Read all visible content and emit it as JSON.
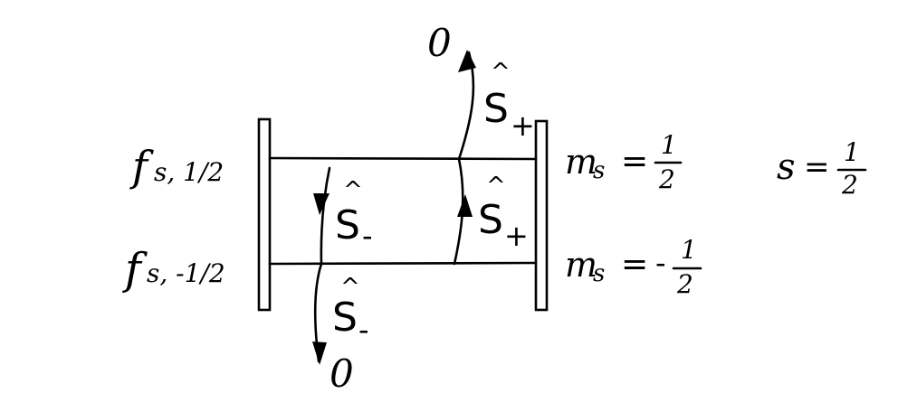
{
  "diagram": {
    "left_top_label": {
      "symbol": "f",
      "subscript": "s, 1/2"
    },
    "left_bottom_label": {
      "symbol": "f",
      "subscript": "s, -1/2"
    },
    "right_top_label": {
      "lhs": "m",
      "lhs_sub": "s",
      "eq": "=",
      "num": "1",
      "den": "2"
    },
    "right_bottom_label": {
      "lhs": "m",
      "lhs_sub": "s",
      "eq": "=",
      "sign": "-",
      "num": "1",
      "den": "2"
    },
    "spin_label": {
      "lhs": "s",
      "eq": "=",
      "num": "1",
      "den": "2"
    },
    "operator_minus_inner": {
      "base": "S",
      "sub": "-"
    },
    "operator_minus_outer": {
      "base": "S",
      "sub": "-"
    },
    "operator_plus_inner": {
      "base": "S",
      "sub": "+"
    },
    "operator_plus_outer": {
      "base": "S",
      "sub": "+"
    },
    "zero_top": "0",
    "zero_bottom": "0"
  }
}
